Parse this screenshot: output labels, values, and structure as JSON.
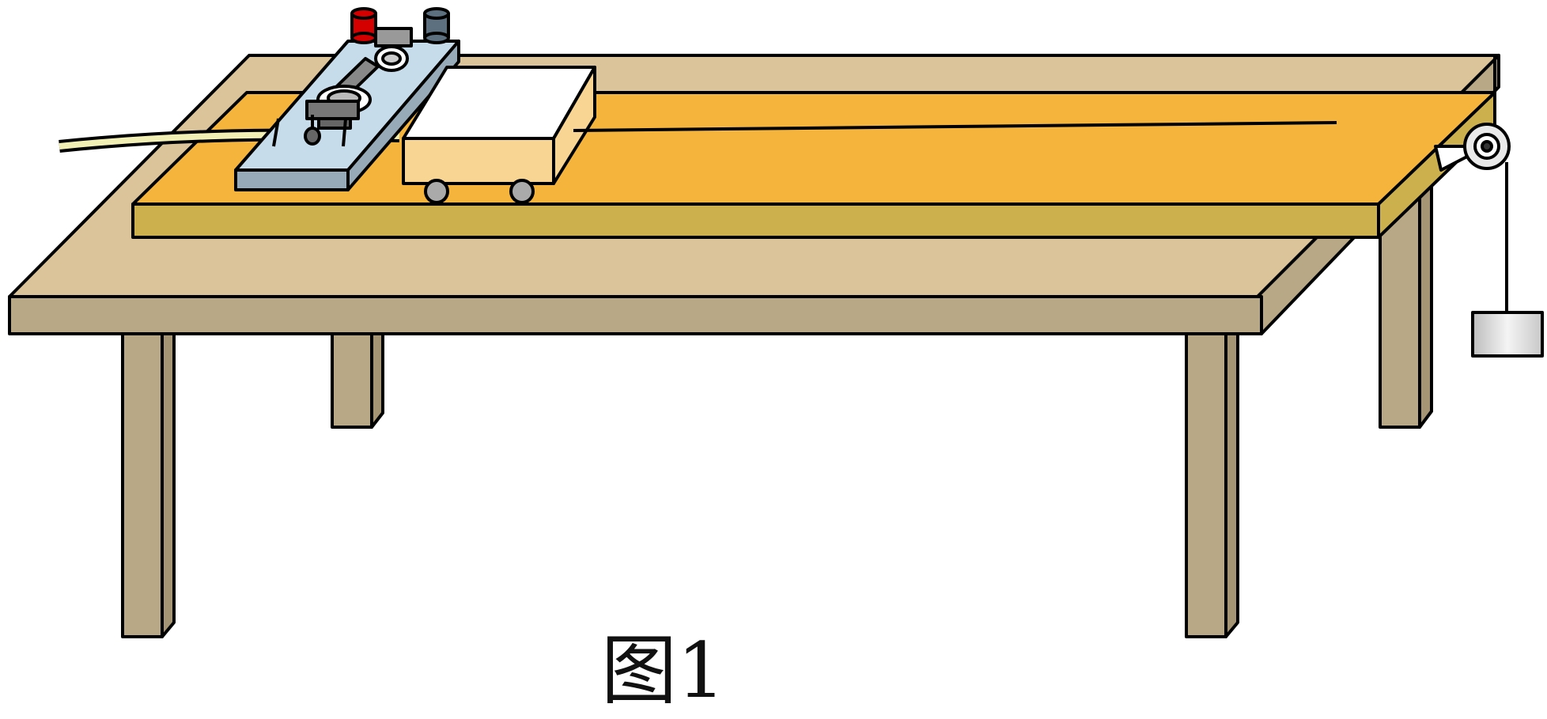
{
  "figure": {
    "caption": "图1"
  },
  "components": {
    "table": "table",
    "board": "long-board",
    "timer": "spark-timer",
    "cart": "cart",
    "pulley": "pulley",
    "weight": "hanging-weight",
    "tape": "paper-tape",
    "string": "string"
  },
  "colors": {
    "table_top": "#dbc49a",
    "table_side": "#b8a886",
    "board_top": "#f5b43c",
    "board_side": "#cdb04e",
    "timer_body": "#c7dcea",
    "timer_side": "#97aab8",
    "cart_front": "#f8d592",
    "cart_top": "#ffffff",
    "weight": "#e3e3e3",
    "terminal_red": "#d40000",
    "terminal_gray": "#5c7080",
    "outline": "#000000"
  }
}
